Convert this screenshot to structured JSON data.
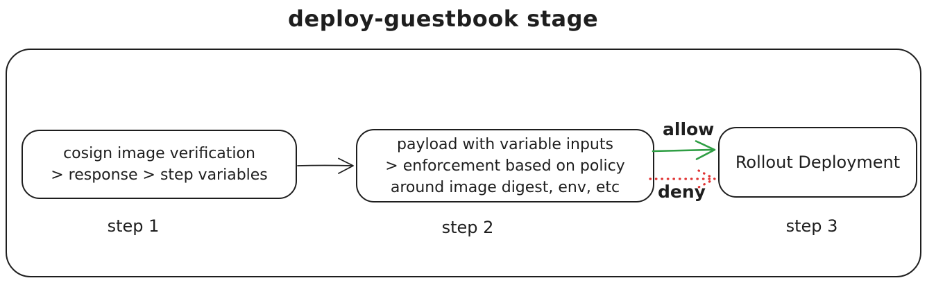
{
  "title": "deploy-guestbook stage",
  "colors": {
    "stroke": "#1e1e1e",
    "background": "#ffffff",
    "allow_green": "#2f9e44",
    "deny_red": "#e03131"
  },
  "steps": [
    {
      "label": "step 1",
      "lines": [
        "cosign image verification",
        "> response > step variables"
      ]
    },
    {
      "label": "step 2",
      "lines": [
        "payload with variable inputs",
        "> enforcement based on policy",
        "around image digest, env, etc"
      ]
    },
    {
      "label": "step 3",
      "lines": [
        "Rollout Deployment"
      ]
    }
  ],
  "arrows": {
    "step1_to_step2": {
      "color": "#1e1e1e",
      "style": "solid",
      "label": ""
    },
    "allow": {
      "color": "#2f9e44",
      "style": "solid",
      "label": "allow"
    },
    "deny": {
      "color": "#e03131",
      "style": "dotted",
      "label": "deny"
    }
  }
}
